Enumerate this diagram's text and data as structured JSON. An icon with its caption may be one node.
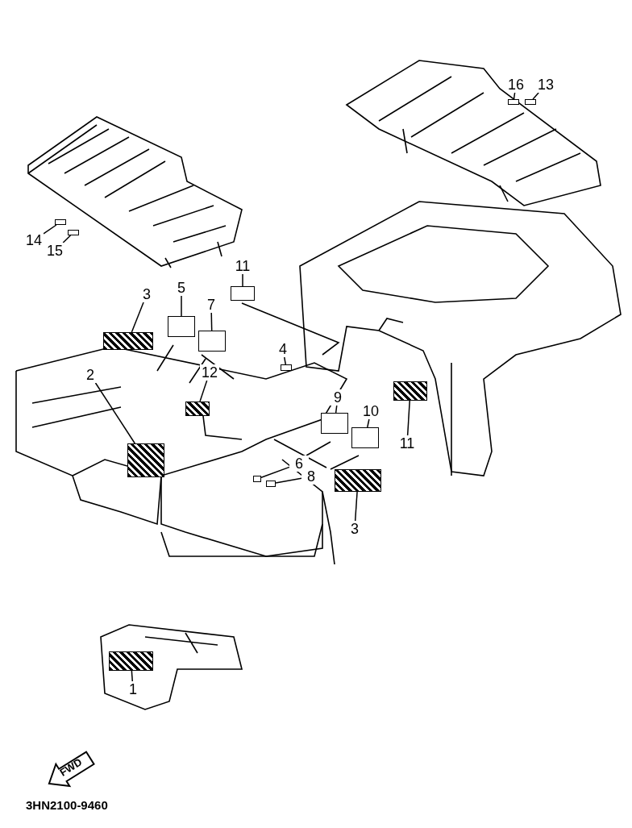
{
  "diagram": {
    "nodes": [
      {
        "text": [
          "16"
        ]
      },
      {
        "text": [
          "13"
        ]
      },
      {
        "text": [
          "14"
        ]
      },
      {
        "text": [
          "15"
        ]
      },
      {
        "text": [
          "11"
        ]
      },
      {
        "text": [
          "3"
        ]
      },
      {
        "text": [
          "5"
        ]
      },
      {
        "text": [
          "7"
        ]
      },
      {
        "text": [
          "2"
        ]
      },
      {
        "text": [
          "12"
        ]
      },
      {
        "text": [
          "4"
        ]
      },
      {
        "text": [
          "9"
        ]
      },
      {
        "text": [
          "10"
        ]
      },
      {
        "text": [
          "6"
        ]
      },
      {
        "text": [
          "8"
        ]
      },
      {
        "text": [
          "3"
        ]
      },
      {
        "text": [
          "11"
        ]
      },
      {
        "text": [
          "1"
        ]
      },
      {
        "text": [],
        "shape": "box"
      },
      {
        "text": [],
        "shape": "box"
      },
      {
        "text": [],
        "shape": "box"
      },
      {
        "text": [],
        "shape": "box"
      },
      {
        "text": [],
        "shape": "box"
      },
      {
        "text": [],
        "shape": "box"
      },
      {
        "text": [],
        "shape": "box"
      },
      {
        "text": [],
        "shape": "box"
      },
      {
        "text": [],
        "shape": "box"
      },
      {
        "text": [],
        "shape": "box"
      },
      {
        "text": [],
        "shape": "box"
      },
      {
        "text": [],
        "shape": "box"
      },
      {
        "text": [],
        "shape": "box"
      },
      {
        "text": [],
        "shape": "box"
      },
      {
        "text": [],
        "shape": "box"
      },
      {
        "text": [],
        "shape": "box"
      },
      {
        "text": [],
        "shape": "box"
      },
      {
        "text": [],
        "shape": "box"
      }
    ],
    "edges": [
      {
        "from": 0,
        "to": 18,
        "arrow": "none"
      },
      {
        "from": 1,
        "to": 19,
        "arrow": "none"
      },
      {
        "from": 2,
        "to": 20,
        "arrow": "none"
      },
      {
        "from": 3,
        "to": 21,
        "arrow": "none"
      },
      {
        "from": 4,
        "to": 22,
        "arrow": "none"
      },
      {
        "from": 5,
        "to": 23,
        "arrow": "none"
      },
      {
        "from": 6,
        "to": 24,
        "arrow": "none"
      },
      {
        "from": 7,
        "to": 25,
        "arrow": "none"
      },
      {
        "from": 8,
        "to": 26,
        "arrow": "none"
      },
      {
        "from": 9,
        "to": 27,
        "arrow": "none"
      },
      {
        "from": 10,
        "to": 28,
        "arrow": "none"
      },
      {
        "from": 11,
        "to": 29,
        "arrow": "none"
      },
      {
        "from": 12,
        "to": 30,
        "arrow": "none"
      },
      {
        "from": 13,
        "to": 31,
        "arrow": "none"
      },
      {
        "from": 14,
        "to": 32,
        "arrow": "none"
      },
      {
        "from": 15,
        "to": 33,
        "arrow": "none"
      },
      {
        "from": 16,
        "to": 34,
        "arrow": "none"
      },
      {
        "from": 17,
        "to": 35,
        "arrow": "none"
      }
    ],
    "labels": [
      "FWD",
      "3HN2100-9460"
    ]
  }
}
